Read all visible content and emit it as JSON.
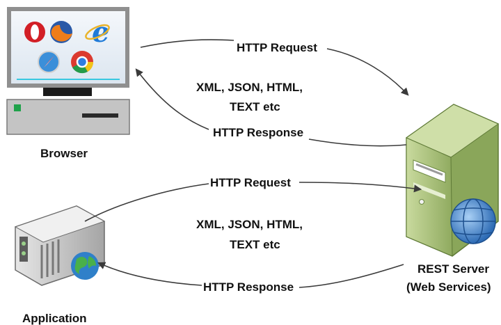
{
  "nodes": {
    "browser": {
      "label": "Browser"
    },
    "application": {
      "label": "Application"
    },
    "server": {
      "label_line1": "REST Server",
      "label_line2": "(Web Services)"
    }
  },
  "edges": {
    "browser_request": "HTTP Request",
    "browser_response": "HTTP Response",
    "browser_formats_line1": "XML, JSON, HTML,",
    "browser_formats_line2": "TEXT etc",
    "app_request": "HTTP Request",
    "app_response": "HTTP Response",
    "app_formats_line1": "XML, JSON, HTML,",
    "app_formats_line2": "TEXT etc"
  },
  "colors": {
    "arrow": "#3a3a3a",
    "monitor_frame": "#9e9e9e",
    "server_body": "#a8c07a",
    "server_globe": "#3d7fc9"
  }
}
